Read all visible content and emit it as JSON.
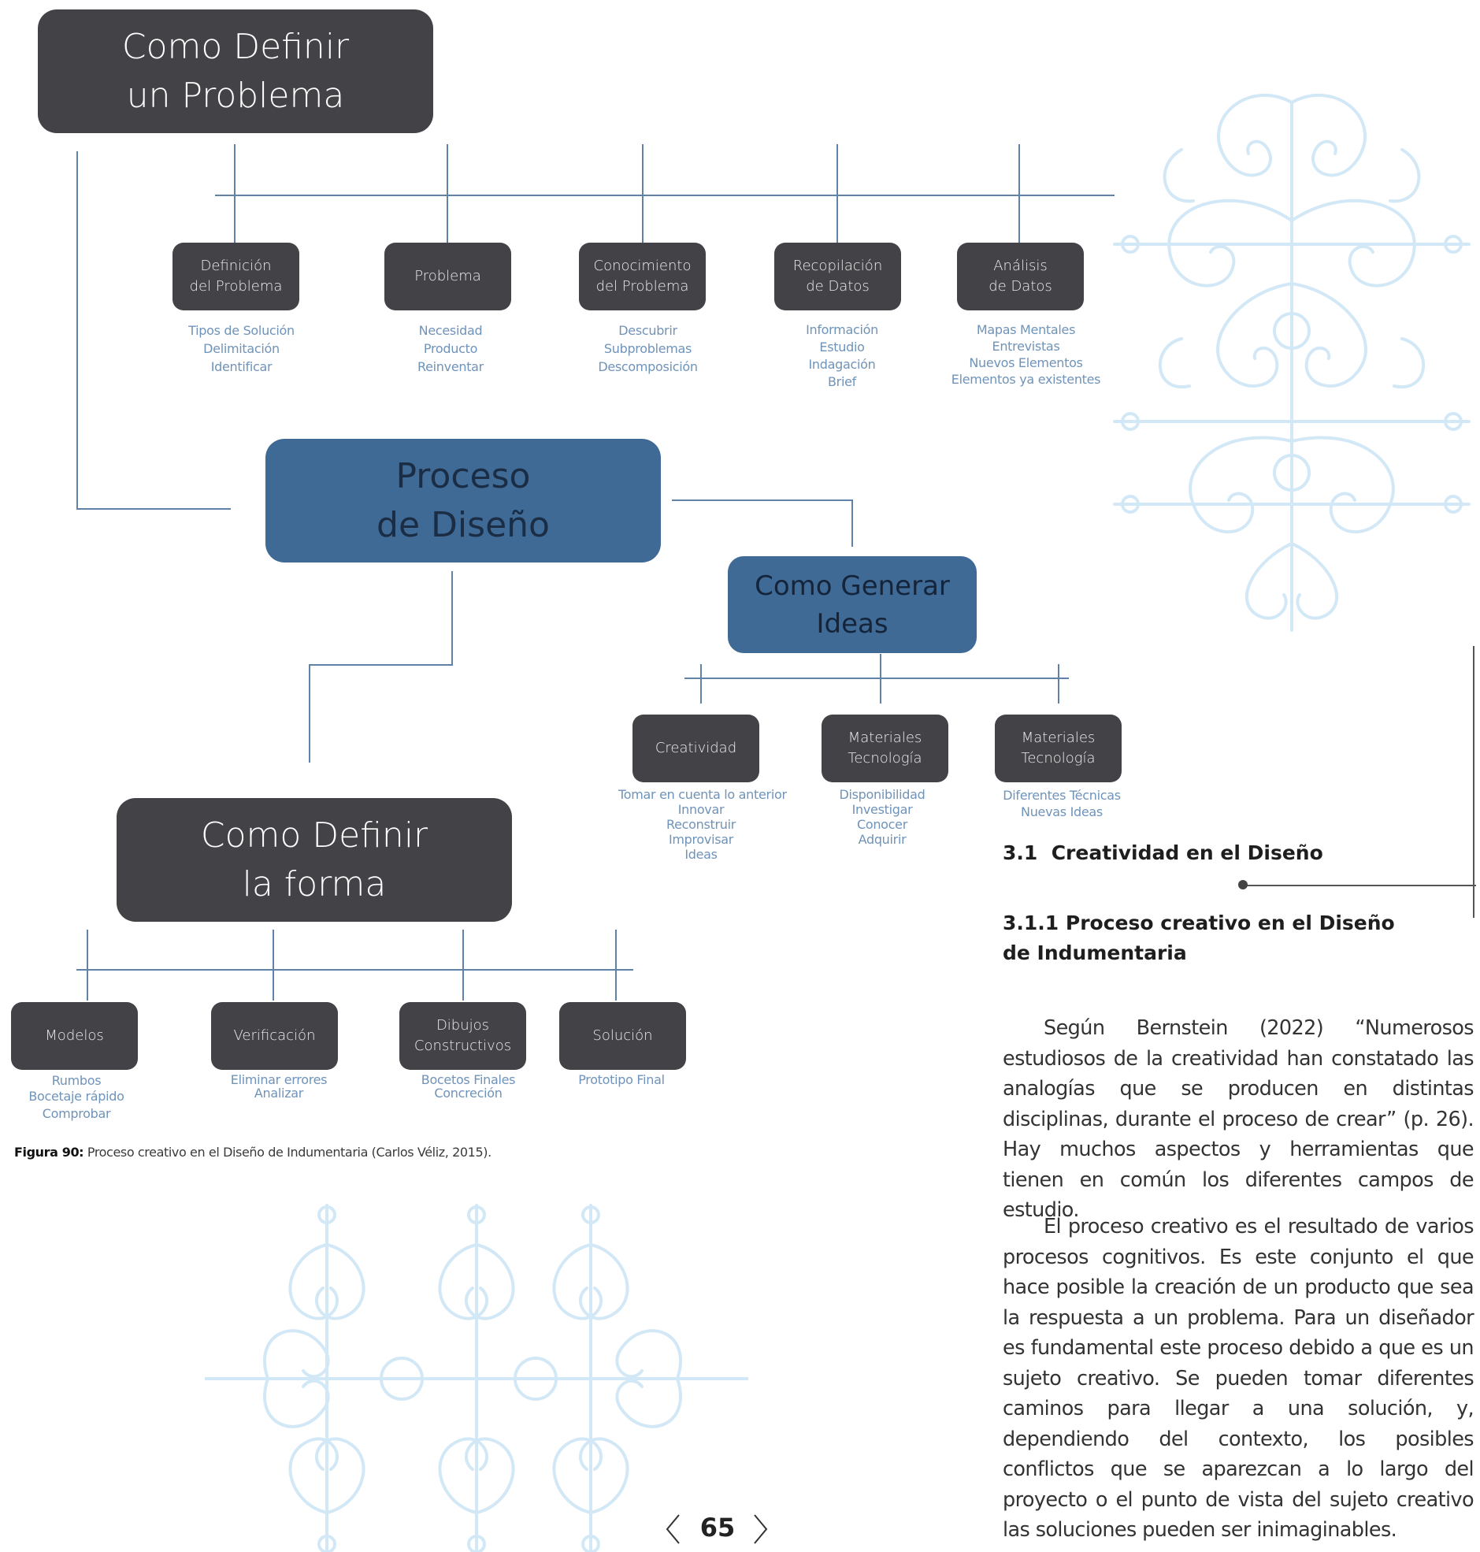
{
  "diagram": {
    "define_problem": {
      "title": "Como Definir\nun Problema",
      "children": [
        {
          "label": "Definición\ndel Problema",
          "items": [
            "Tipos de Solución",
            "Delimitación",
            "Identificar"
          ]
        },
        {
          "label": "Problema",
          "items": [
            "Necesidad",
            "Producto",
            "Reinventar"
          ]
        },
        {
          "label": "Conocimiento\ndel Problema",
          "items": [
            "Descubrir",
            "Subproblemas",
            "Descomposición"
          ]
        },
        {
          "label": "Recopilación\nde Datos",
          "items": [
            "Información",
            "Estudio",
            "Indagación",
            "Brief"
          ]
        },
        {
          "label": "Análisis\nde Datos",
          "items": [
            "Mapas Mentales",
            "Entrevistas",
            "Nuevos Elementos",
            "Elementos ya existentes"
          ]
        }
      ]
    },
    "design_process": {
      "title": "Proceso\nde Diseño"
    },
    "generate_ideas": {
      "title": "Como Generar\nIdeas",
      "children": [
        {
          "label": "Creatividad",
          "items": [
            "Tomar en cuenta lo anterior",
            "Innovar",
            "Reconstruir",
            "Improvisar",
            "Ideas"
          ]
        },
        {
          "label": "Materiales\nTecnología",
          "items": [
            "Disponibilidad",
            "Investigar",
            "Conocer",
            "Adquirir"
          ]
        },
        {
          "label": "Materiales\nTecnología",
          "items": [
            "Diferentes Técnicas",
            "Nuevas Ideas"
          ]
        }
      ]
    },
    "define_form": {
      "title": "Como Definir\nla forma",
      "children": [
        {
          "label": "Modelos",
          "items": [
            "Rumbos",
            "Bocetaje rápido",
            "Comprobar"
          ]
        },
        {
          "label": "Verificación",
          "items": [
            "Eliminar errores",
            "Analizar"
          ]
        },
        {
          "label": "Dibujos\nConstructivos",
          "items": [
            "Bocetos Finales",
            "Concreción"
          ]
        },
        {
          "label": "Solución",
          "items": [
            "Prototipo Final"
          ]
        }
      ]
    }
  },
  "caption": {
    "label": "Figura 90:",
    "text": " Proceso creativo en el Diseño de Indumentaria (Carlos Véliz, 2015)."
  },
  "section": {
    "heading": "3.1  Creatividad en el Diseño",
    "subheading": "3.1.1  Proceso creativo en el Diseño\nde Indumentaria",
    "paragraphs": [
      "Según Bernstein (2022) “Numerosos estudiosos de la creatividad han constatado las analogías que se producen en distintas disciplinas, durante el proceso de crear” (p. 26). Hay muchos aspectos y herramientas que tienen en común los diferentes campos de estudio.",
      "El proceso creativo es el resultado de varios procesos cognitivos. Es este conjunto el que hace posible la creación de un producto que sea la respuesta a un problema. Para un diseñador es fundamental este proceso debido a que es un sujeto creativo. Se pueden tomar diferentes caminos para llegar a una solución, y, dependiendo del contexto, los posibles conflictos que se aparezcan a lo largo del proyecto o el punto de vista del sujeto creativo las soluciones pueden ser inimaginables."
    ]
  },
  "page_number": "65",
  "colors": {
    "dark_box": "#434247",
    "blue_box": "#3f6a96",
    "line": "#5f82a6",
    "sub_text": "#6f93b9",
    "ornament": "#cfe6f5"
  }
}
